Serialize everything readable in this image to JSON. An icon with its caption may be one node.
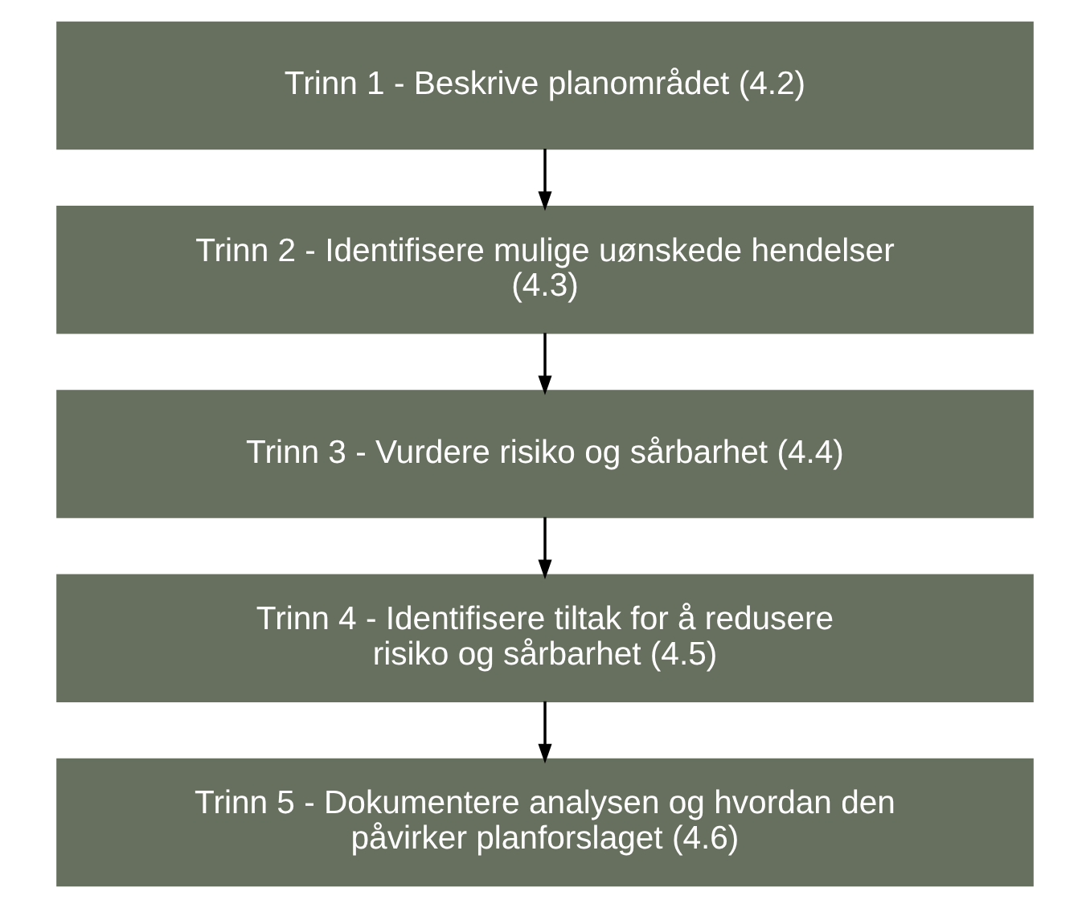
{
  "diagram": {
    "nodes": [
      {
        "text": [
          "Trinn 1 - Beskrive planområdet (4.2)"
        ]
      },
      {
        "text": [
          "Trinn 2 - Identifisere mulige uønskede hendelser (4.3)"
        ]
      },
      {
        "text": [
          "Trinn 3 - Vurdere risiko og sårbarhet (4.4)"
        ]
      },
      {
        "text": [
          "Trinn 4 - Identifisere tiltak for å redusere risiko og sårbarhet (4.5)"
        ]
      },
      {
        "text": [
          "Trinn 5 - Dokumentere analysen og hvordan den påvirker planforslaget (4.6)"
        ]
      }
    ],
    "edges": [
      {
        "from": 0,
        "to": 1,
        "arrow": "to"
      },
      {
        "from": 1,
        "to": 2,
        "arrow": "to"
      },
      {
        "from": 2,
        "to": 3,
        "arrow": "to"
      },
      {
        "from": 3,
        "to": 4,
        "arrow": "to"
      }
    ]
  }
}
